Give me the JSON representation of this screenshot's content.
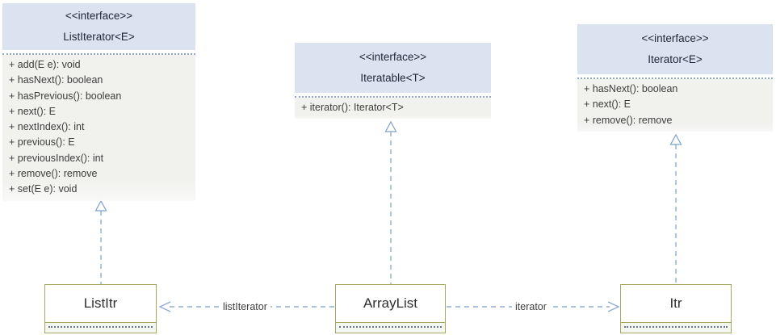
{
  "diagram": {
    "type": "uml-class-diagram",
    "interfaces": [
      {
        "stereotype": "<<interface>>",
        "name": "ListIterator<E>",
        "methods": [
          "+ add(E e): void",
          "+ hasNext(): boolean",
          "+ hasPrevious(): boolean",
          "+ next(): E",
          "+ nextIndex(): int",
          "+ previous(): E",
          "+ previousIndex(): int",
          "+ remove(): remove",
          "+ set(E e): void"
        ]
      },
      {
        "stereotype": "<<interface>>",
        "name": "Iteratable<T>",
        "methods": [
          "+ iterator(): Iterator<T>"
        ]
      },
      {
        "stereotype": "<<interface>>",
        "name": "Iterator<E>",
        "methods": [
          "+ hasNext(): boolean",
          "+ next(): E",
          "+ remove(): remove"
        ]
      }
    ],
    "classes": [
      {
        "name": "ListItr"
      },
      {
        "name": "ArrayList"
      },
      {
        "name": "Itr"
      }
    ],
    "relations": [
      {
        "type": "realization",
        "from": "ListItr",
        "to": "ListIterator<E>",
        "label": ""
      },
      {
        "type": "realization",
        "from": "ArrayList",
        "to": "Iteratable<T>",
        "label": ""
      },
      {
        "type": "realization",
        "from": "Itr",
        "to": "Iterator<E>",
        "label": ""
      },
      {
        "type": "dependency",
        "from": "ArrayList",
        "to": "ListItr",
        "label": "listIterator"
      },
      {
        "type": "dependency",
        "from": "ArrayList",
        "to": "Itr",
        "label": "iterator"
      }
    ],
    "colors": {
      "interface_header_fill": "#dce3f0",
      "interface_body_fill": "#f1f1ee",
      "class_border": "#a5a75c",
      "connector_blue": "#8fadd2",
      "separator_dotted": "#8fa6c8",
      "text_dark": "#1d2739"
    }
  }
}
